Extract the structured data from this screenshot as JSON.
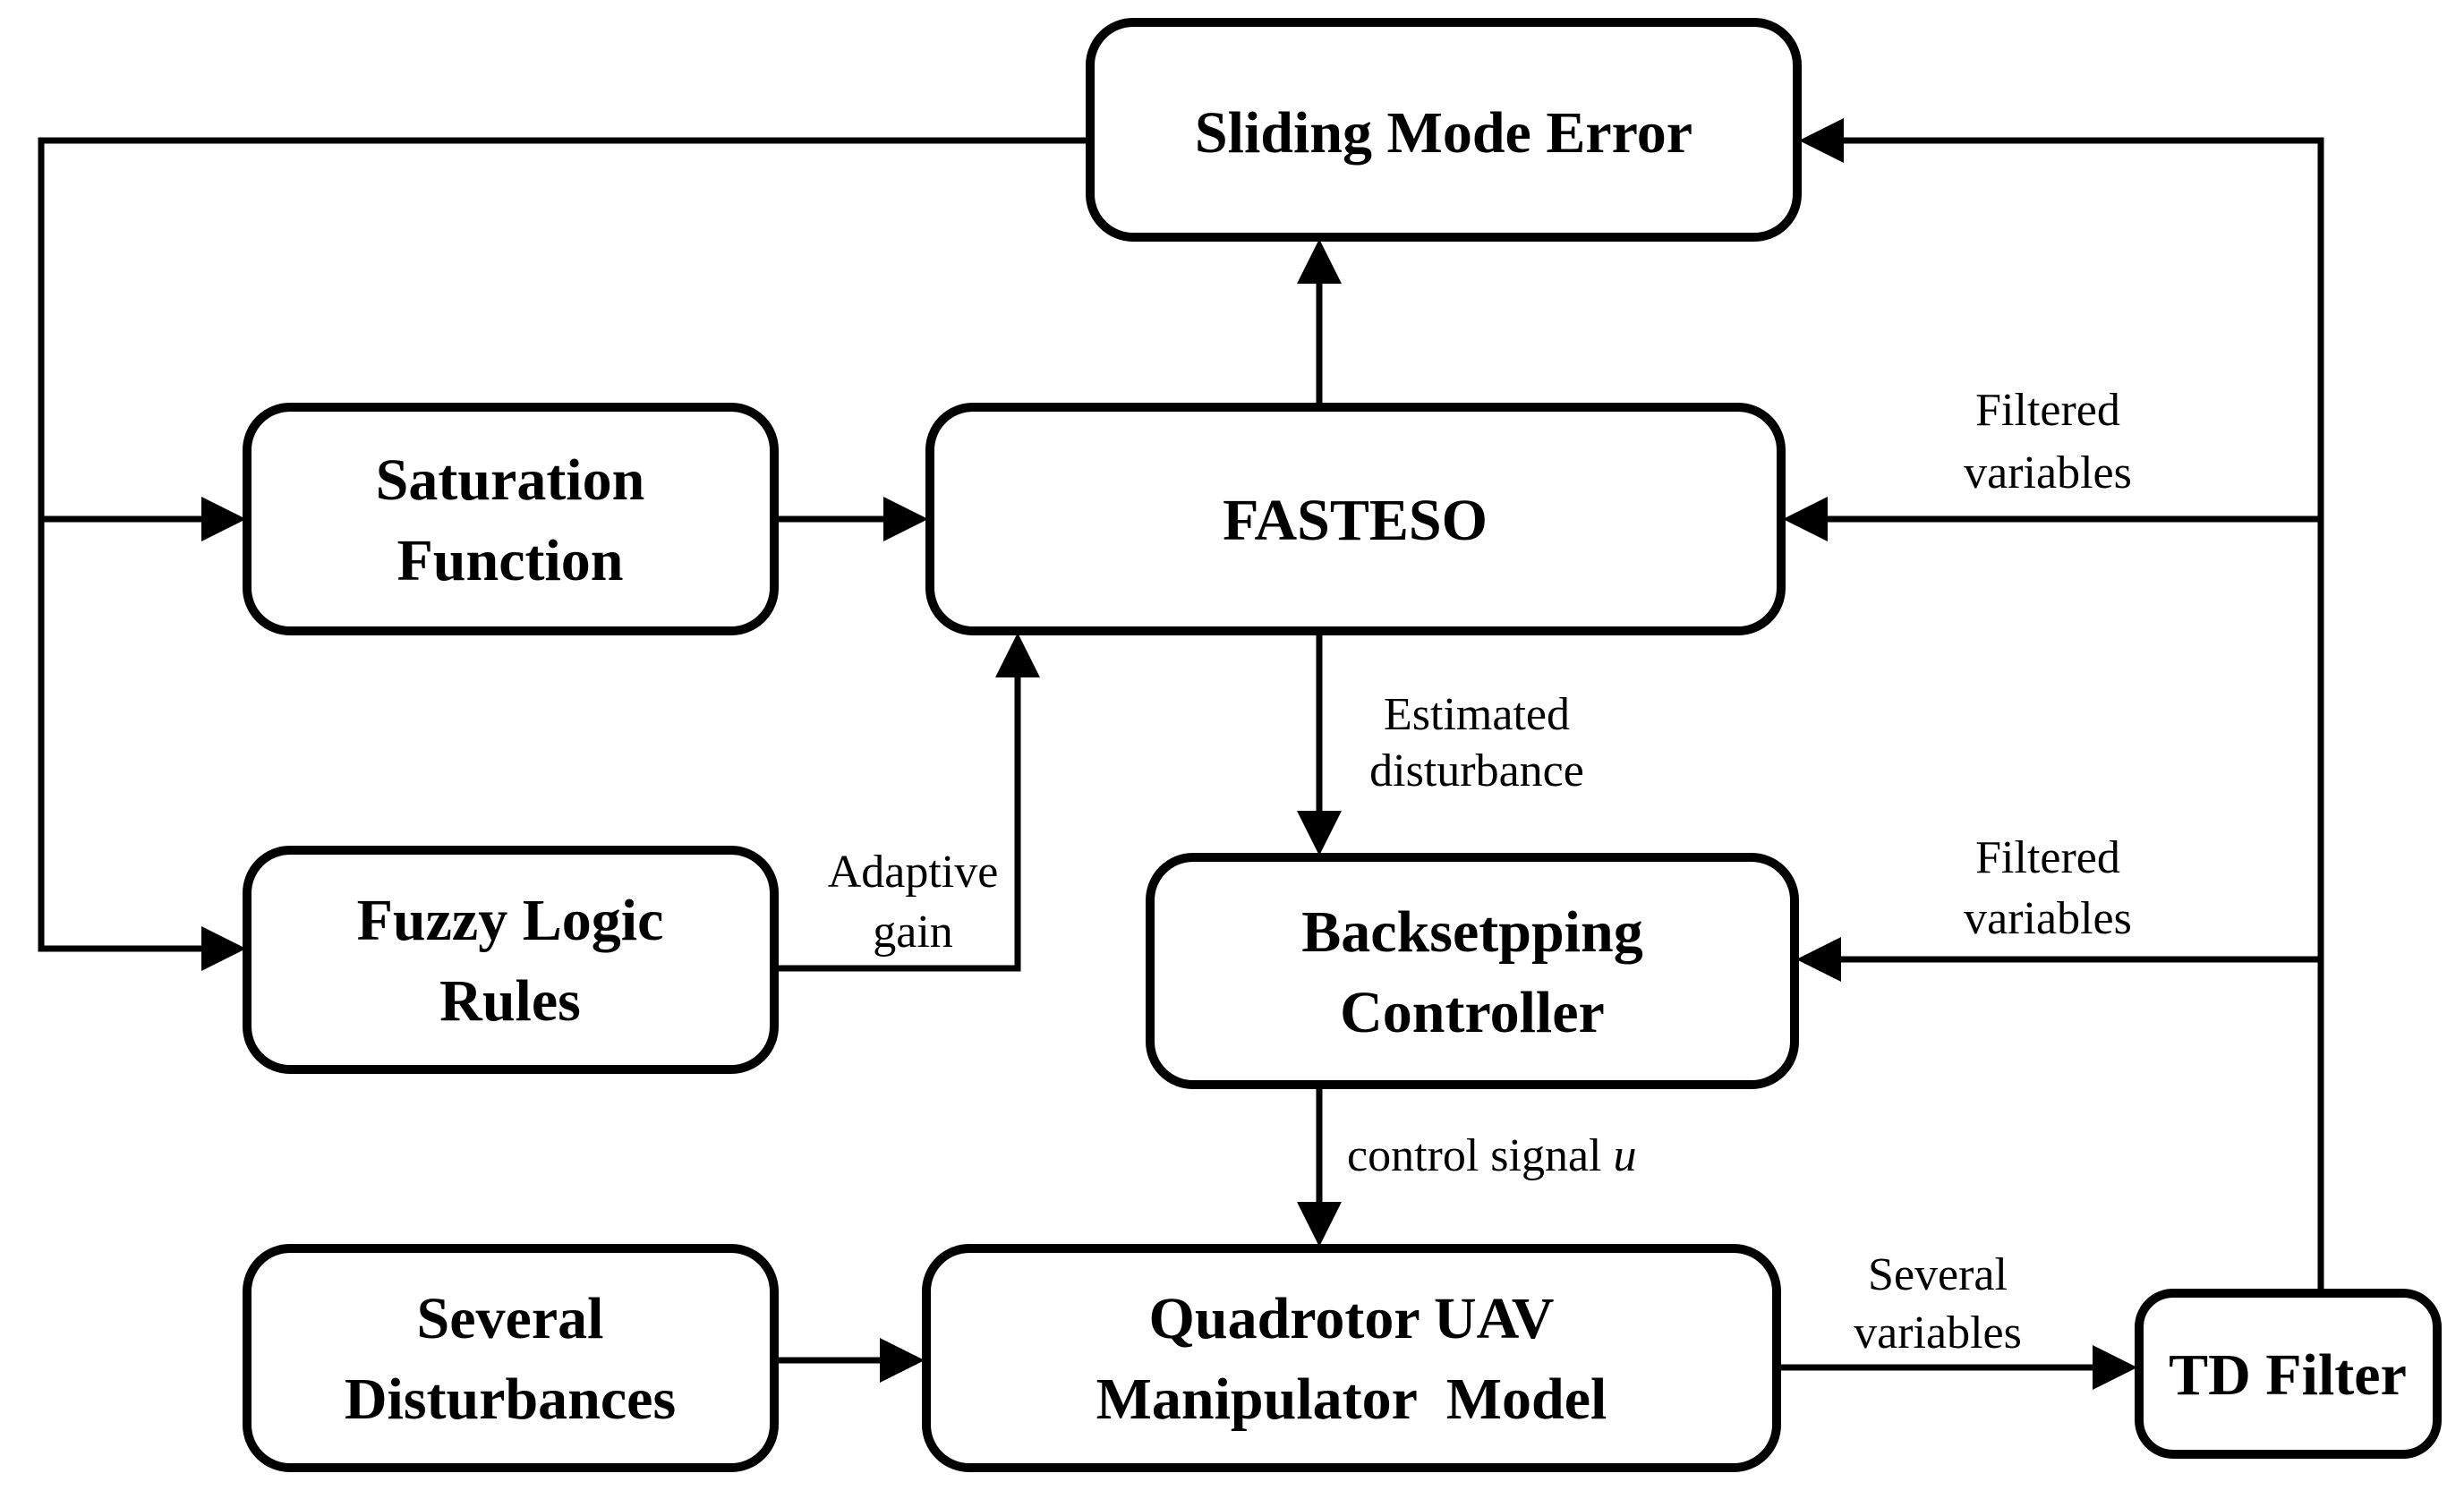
{
  "colors": {
    "line": "#000000",
    "box_fill": "#ffffff",
    "background": "#ffffff"
  },
  "boxes": {
    "sliding_mode_error": {
      "lines": [
        "Sliding Mode Error"
      ]
    },
    "fasteso": {
      "lines": [
        "FASTESO"
      ]
    },
    "saturation_function": {
      "lines": [
        "Saturation",
        "Function"
      ]
    },
    "fuzzy_logic_rules": {
      "lines": [
        "Fuzzy Logic",
        "Rules"
      ]
    },
    "backstepping_controller": {
      "lines": [
        "Backsetpping",
        "Controller"
      ]
    },
    "several_disturbances": {
      "lines": [
        "Several",
        "Disturbances"
      ]
    },
    "quadrotor_uav_manipulator_model": {
      "lines": [
        "Quadrotor UAV",
        "Manipulator  Model"
      ]
    },
    "td_filter": {
      "lines": [
        "TD Filter"
      ]
    }
  },
  "edge_labels": {
    "filtered_variables_top": {
      "lines": [
        "Filtered",
        "variables"
      ]
    },
    "filtered_variables_mid": {
      "lines": [
        "Filtered",
        "variables"
      ]
    },
    "estimated_disturbance": {
      "lines": [
        "Estimated",
        "disturbance"
      ]
    },
    "adaptive_gain": {
      "lines": [
        "Adaptive",
        "gain"
      ]
    },
    "control_signal": {
      "prefix": "control signal ",
      "symbol": "u"
    },
    "several_variables": {
      "lines": [
        "Several",
        "variables"
      ]
    }
  }
}
